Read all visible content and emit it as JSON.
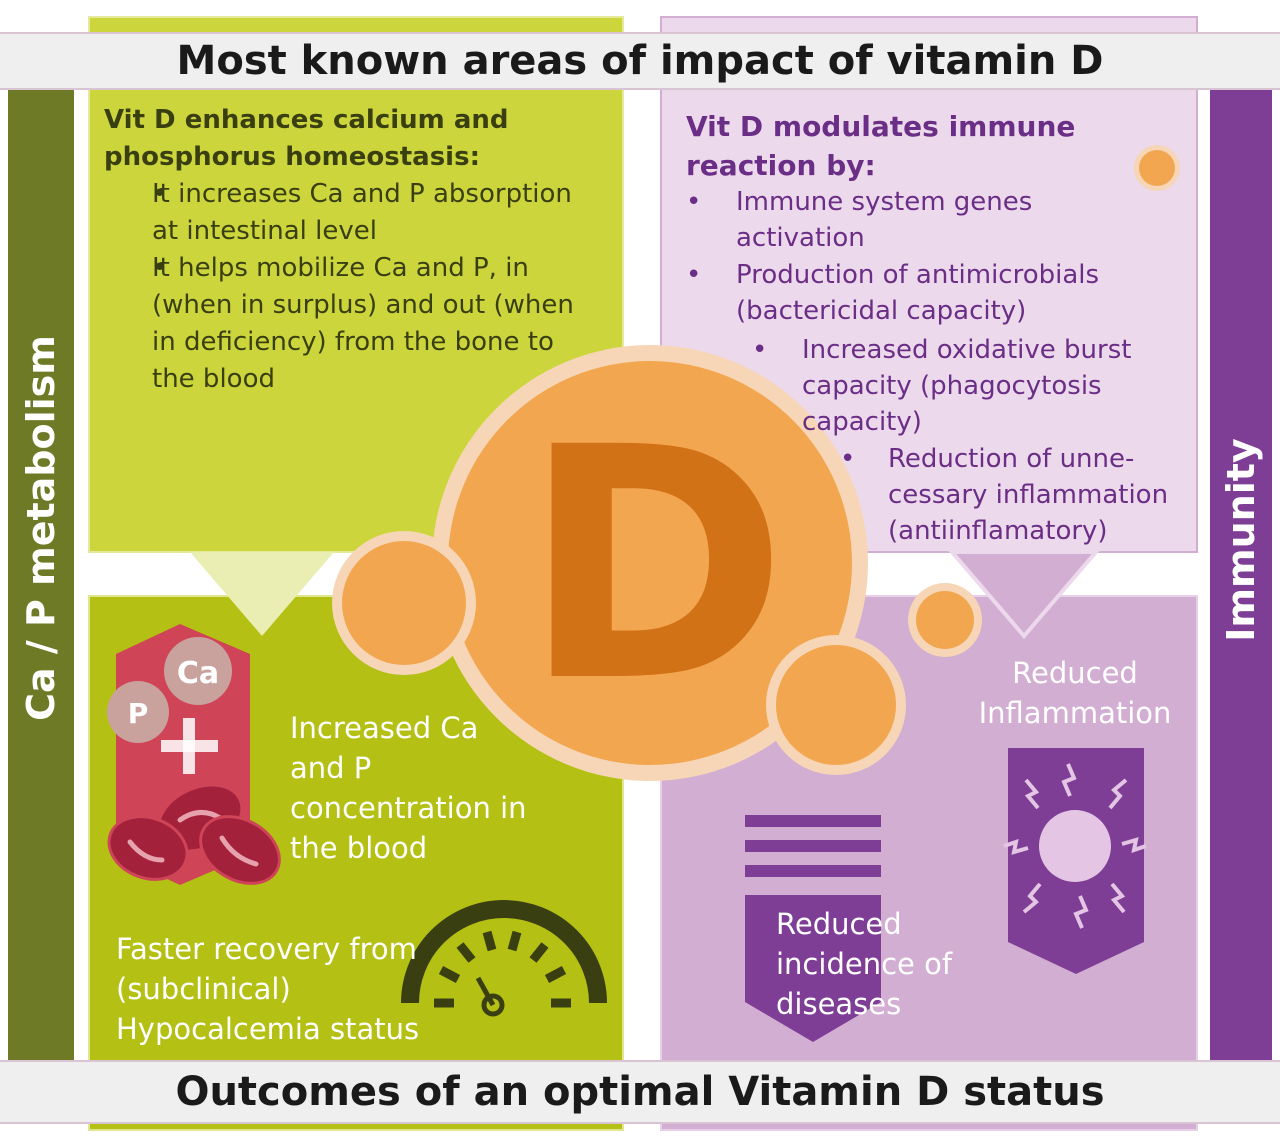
{
  "header": {
    "title": "Most known areas of impact of vitamin D"
  },
  "footer": {
    "title": "Outcomes of an optimal Vitamin D status"
  },
  "side_left": {
    "label": "Ca / P metabolism"
  },
  "side_right": {
    "label": "Immunity"
  },
  "center": {
    "letter": "D"
  },
  "calcium": {
    "heading": "Vit D enhances calcium and phosphorus homeostasis:",
    "bullets": [
      "It increases Ca and P absorption at intestinal level",
      "It helps mobilize Ca and P, in (when in surplus) and out (when in deficiency) from the bone to the blood"
    ],
    "outcome_blood": "Increased Ca and P concentration in the blood",
    "outcome_recovery": "Faster recovery from (subclinical) Hypocalcemia status",
    "icon_labels": {
      "ca": "Ca",
      "p": "P"
    }
  },
  "immunity": {
    "heading": "Vit D modulates immune reaction by:",
    "bullet1": "Immune system genes activation",
    "bullet2": "Production of antimicrobials (bactericidal capacity)",
    "bullet3": "Increased oxidative burst capacity (phagocytosis capacity)",
    "bullet4": "Reduction of unne-cessary inflammation (antiinflamatory)",
    "outcome_inflammation": "Reduced Inflammation",
    "outcome_diseases": "Reduced incidence of diseases"
  },
  "colors": {
    "green_light": "#ccd63c",
    "green_pale": "#eaeeb2",
    "green_dark": "#b4c014",
    "olive": "#6e7a25",
    "lilac_light": "#ecd9ec",
    "lilac": "#d3aed3",
    "purple": "#7e3e96",
    "orange": "#f3a650",
    "orange_dark": "#d27217",
    "peach": "#f6d6b6",
    "red": "#cf4456",
    "blood": "#a4213c"
  }
}
